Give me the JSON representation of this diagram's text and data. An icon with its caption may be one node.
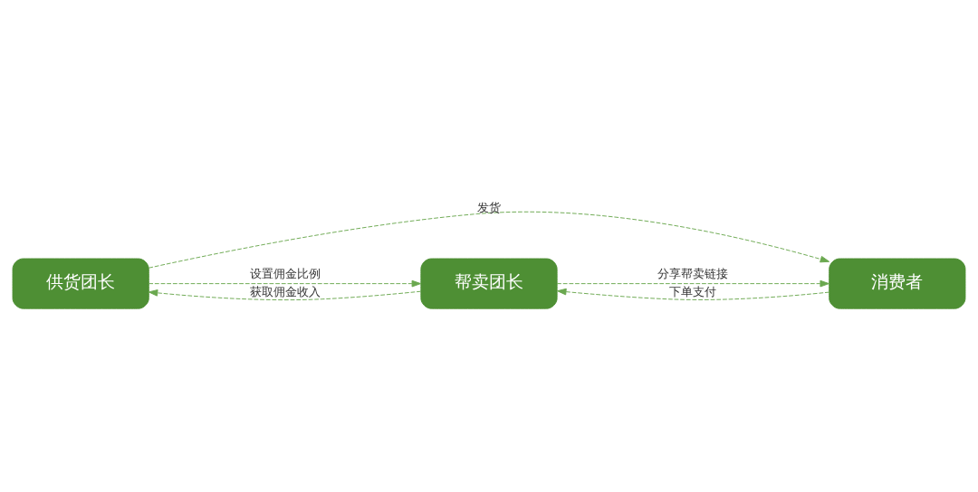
{
  "diagram": {
    "nodes": [
      {
        "text": [
          "供货团长"
        ]
      },
      {
        "text": [
          "帮卖团长"
        ]
      },
      {
        "text": [
          "消费者"
        ]
      }
    ],
    "edges": [
      {
        "from": 0,
        "to": 1,
        "arrow": "to",
        "label": "设置佣金比例",
        "style": "dashed"
      },
      {
        "from": 1,
        "to": 0,
        "arrow": "to",
        "label": "获取佣金收入",
        "style": "dashed"
      },
      {
        "from": 2,
        "to": 1,
        "arrow": "to",
        "label": "下单支付",
        "style": "dashed"
      },
      {
        "from": 0,
        "to": 2,
        "arrow": "to",
        "label": "发货",
        "style": "dashed"
      },
      {
        "from": 1,
        "to": 2,
        "arrow": "to",
        "label": "分享帮卖链接",
        "style": "dashed"
      }
    ]
  }
}
